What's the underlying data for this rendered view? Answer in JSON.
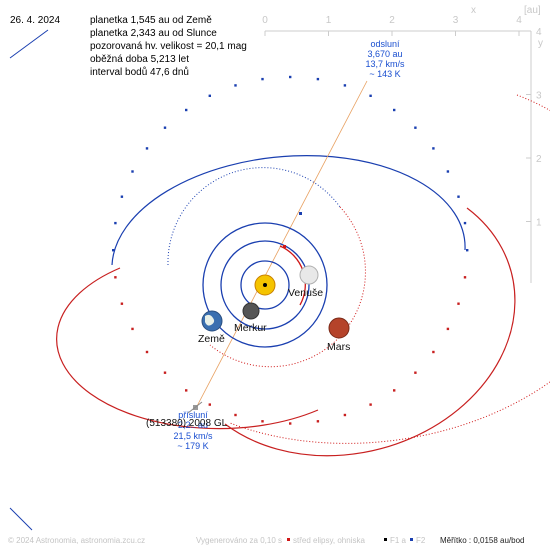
{
  "header": {
    "date": "26. 4. 2024",
    "info_lines": [
      "planetka 1,545 au od Země",
      "planetka 2,343 au od Slunce",
      "pozorovaná hv. velikost = 20,1 mag",
      "oběžná doba 5,213 let",
      "interval bodů 47,6 dnů"
    ]
  },
  "scale": {
    "unit_label": "[au]",
    "x_name": "x",
    "y_name": "y",
    "x_ticks": [
      "0",
      "1",
      "2",
      "3",
      "4"
    ],
    "y_ticks": [
      "4",
      "3",
      "2",
      "1"
    ]
  },
  "aphelion": {
    "title": "odsluní",
    "distance": "3,670 au",
    "speed": "13,7 km/s",
    "temperature": "~ 143 K"
  },
  "perihelion": {
    "title": "přísluní",
    "distance": "2,2.. au",
    "speed": "21,5 km/s",
    "temperature": "~ 179 K"
  },
  "asteroid": {
    "name": "(513380) 2008 GL"
  },
  "planets": [
    {
      "name": "Venuše",
      "color": "#e8e8e8"
    },
    {
      "name": "Merkur",
      "color": "#555555"
    },
    {
      "name": "Země",
      "color": "#3a6fb0"
    },
    {
      "name": "Mars",
      "color": "#b5432a"
    }
  ],
  "colors": {
    "orbit_blue": "#1a3fb0",
    "orbit_red": "#d01818",
    "sun": "#f5c400",
    "axis": "#cccccc"
  },
  "footer": {
    "copyright": "© 2024 Astronomia, astronomia.zcu.cz",
    "render_note": "Vygenerováno za 0,10 s",
    "legend_center": "střed elipsy, ohniska",
    "legend_f1": "F1 a",
    "legend_f2": "F2",
    "scale_note": "Měřítko : 0,0158 au/bod"
  }
}
